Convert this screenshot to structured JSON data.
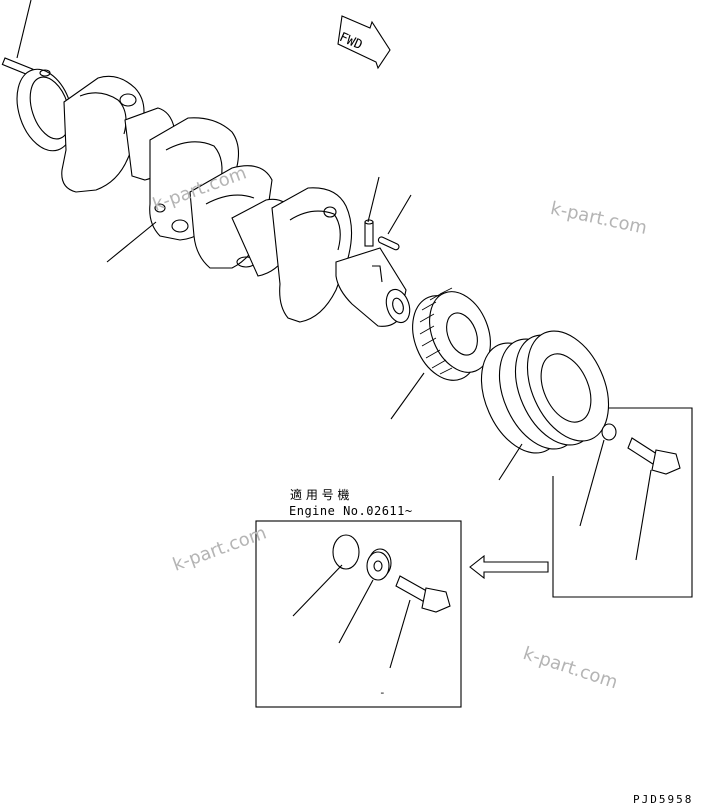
{
  "labels": {
    "fwd": "FWD",
    "applicable_jp": "適 用 号 機",
    "engine_no": "Engine No.02611~",
    "drawing_code": "PJD5958",
    "inset_dash": "-"
  },
  "watermarks": [
    "k-part.com",
    "k-part.com",
    "k-part.com",
    "k-part.com"
  ],
  "colors": {
    "line": "#000000",
    "watermark": "#b4b4b4",
    "background": "#ffffff"
  },
  "icons": {
    "arrow": "hollow-arrow-left-icon"
  }
}
